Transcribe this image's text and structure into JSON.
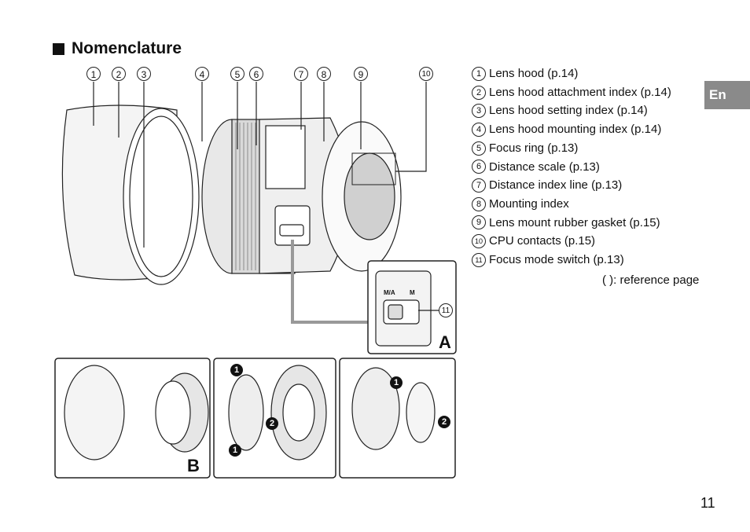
{
  "heading": "Nomenclature",
  "callouts": [
    "1",
    "2",
    "3",
    "4",
    "5",
    "6",
    "7",
    "8",
    "9",
    "10"
  ],
  "legend": [
    {
      "num": "1",
      "text": "Lens hood (p.14)"
    },
    {
      "num": "2",
      "text": "Lens hood attachment index (p.14)"
    },
    {
      "num": "3",
      "text": "Lens hood setting index (p.14)"
    },
    {
      "num": "4",
      "text": "Lens hood mounting index (p.14)"
    },
    {
      "num": "5",
      "text": "Focus ring (p.13)"
    },
    {
      "num": "6",
      "text": "Distance scale  (p.13)"
    },
    {
      "num": "7",
      "text": "Distance index line (p.13)"
    },
    {
      "num": "8",
      "text": "Mounting index"
    },
    {
      "num": "9",
      "text": "Lens mount rubber gasket (p.15)"
    },
    {
      "num": "10",
      "text": "CPU contacts (p.15)"
    },
    {
      "num": "11",
      "text": "Focus mode switch (p.13)"
    }
  ],
  "reference_note": "(  ): reference page",
  "language_tab": "En",
  "page_number": "11",
  "panels": {
    "a": {
      "label": "A",
      "switch_left": "M/A",
      "switch_right": "M",
      "callout": "11"
    },
    "b": {
      "label": "B"
    },
    "steps": {
      "one": "1",
      "two": "2"
    }
  },
  "colors": {
    "ink": "#111111",
    "tab": "#8a8a8a"
  }
}
